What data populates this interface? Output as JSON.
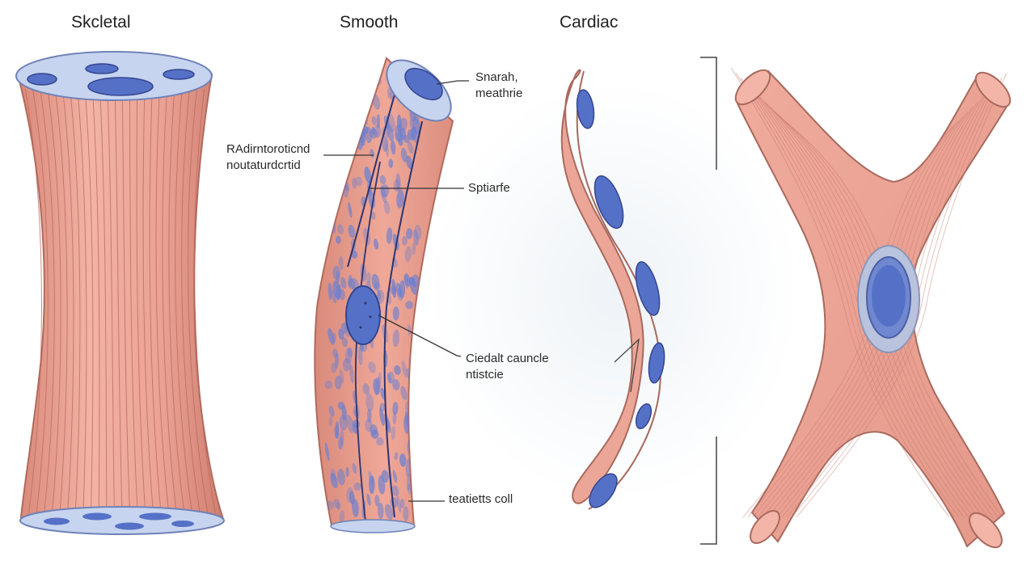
{
  "titles": {
    "skeletal": "Skcletal",
    "smooth": "Smooth",
    "cardiac": "Cardiac"
  },
  "labels": {
    "left_top": {
      "line1": "RAdirntoroticnd",
      "line2": "noutaturdcrtid"
    },
    "right_top": {
      "line1": "Snarah,",
      "line2": "meathrie"
    },
    "right_mid": {
      "line1": "Sptiarfe"
    },
    "right_lower": {
      "line1": "Ciedalt cauncle",
      "line2": "ntistcie"
    },
    "bottom": {
      "line1": "teatietts coll"
    }
  },
  "colors": {
    "muscle_fill": "#eba294",
    "muscle_dark": "#c97a6d",
    "striation": "#b8685c",
    "nucleus": "#5571c7",
    "nucleus_edge": "#34458f",
    "cut_face": "#c9d6ef",
    "bracket": "#444444"
  }
}
